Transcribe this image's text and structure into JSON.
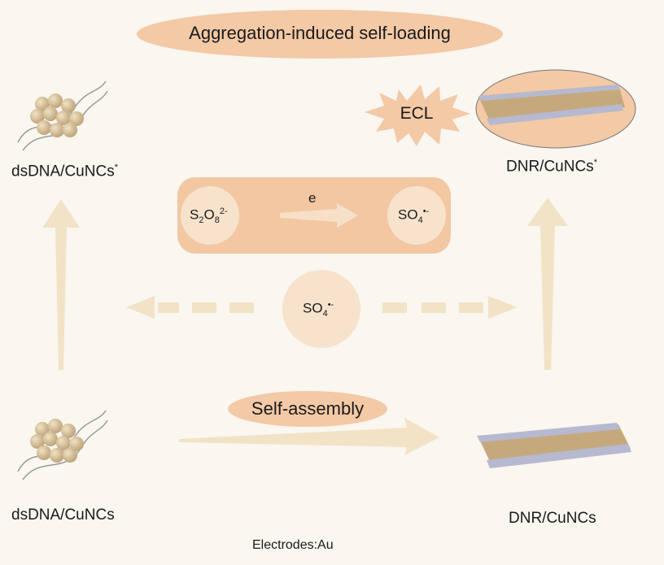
{
  "top_pill": {
    "label": "Aggregation-induced self-loading"
  },
  "bottom_pill": {
    "label": "Self-assembly"
  },
  "ecl_burst": {
    "label": "ECL"
  },
  "labels": {
    "dsdna_cuncs_star_base": "dsDNA/CuNCs",
    "dsdna_cuncs_star_sup": "*",
    "dnr_cuncs_star_base": "DNR/CuNCs",
    "dnr_cuncs_star_sup": "*",
    "dsdna_cuncs": "dsDNA/CuNCs",
    "dnr_cuncs": "DNR/CuNCs",
    "electrodes": "Electrodes:Au"
  },
  "reaction": {
    "reactant": {
      "s": "S",
      "s_sub": "2",
      "o": "O",
      "o_sub": "8",
      "charge": "2-"
    },
    "electron": "e",
    "product": {
      "base": "SO",
      "sub": "4",
      "charge": "•-"
    }
  },
  "center_radical": {
    "base": "SO",
    "sub": "4",
    "charge": "•-"
  },
  "colors": {
    "pill": "#f3c9a6",
    "panel": "#f2c7a2",
    "circle": "#f7e3cc",
    "arrow": "#f2e3c7",
    "ribbon_top": "#c9ab7a",
    "ribbon_edge": "#b6b9cf",
    "nanocluster": "#cdb48b"
  }
}
